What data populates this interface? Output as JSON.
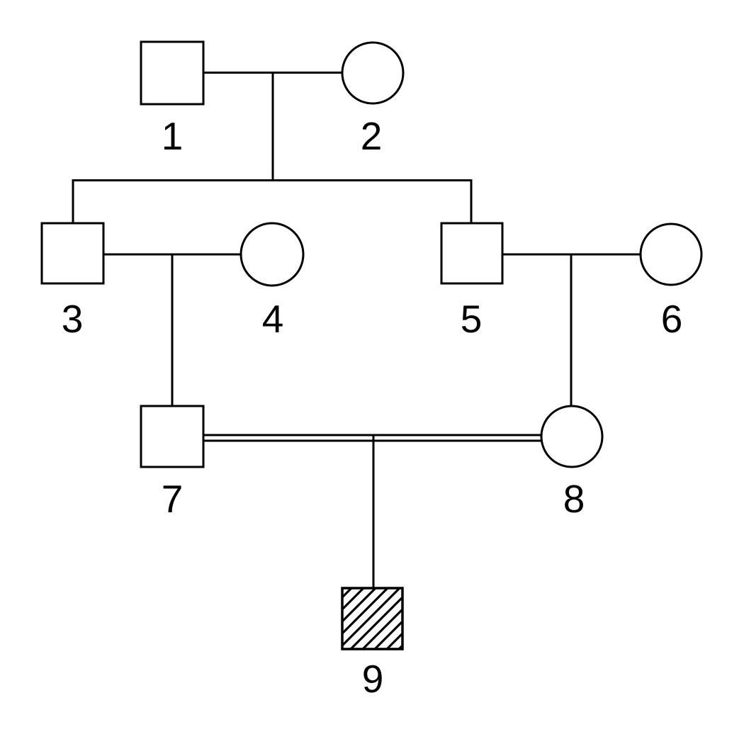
{
  "diagram": {
    "type": "pedigree-chart",
    "background_color": "#ffffff",
    "stroke_color": "#000000",
    "individuals": [
      {
        "id": "1",
        "label": "1",
        "sex": "male",
        "symbol": "square",
        "affected": false,
        "generation": 1
      },
      {
        "id": "2",
        "label": "2",
        "sex": "female",
        "symbol": "circle",
        "affected": false,
        "generation": 1
      },
      {
        "id": "3",
        "label": "3",
        "sex": "male",
        "symbol": "square",
        "affected": false,
        "generation": 2
      },
      {
        "id": "4",
        "label": "4",
        "sex": "female",
        "symbol": "circle",
        "affected": false,
        "generation": 2
      },
      {
        "id": "5",
        "label": "5",
        "sex": "male",
        "symbol": "square",
        "affected": false,
        "generation": 2
      },
      {
        "id": "6",
        "label": "6",
        "sex": "female",
        "symbol": "circle",
        "affected": false,
        "generation": 2
      },
      {
        "id": "7",
        "label": "7",
        "sex": "male",
        "symbol": "square",
        "affected": false,
        "generation": 3
      },
      {
        "id": "8",
        "label": "8",
        "sex": "female",
        "symbol": "circle",
        "affected": false,
        "generation": 3
      },
      {
        "id": "9",
        "label": "9",
        "sex": "male",
        "symbol": "square-hatched",
        "affected": true,
        "generation": 4
      }
    ],
    "unions": [
      {
        "partners": [
          "1",
          "2"
        ],
        "consanguineous": false,
        "children": [
          "3",
          "5"
        ]
      },
      {
        "partners": [
          "3",
          "4"
        ],
        "consanguineous": false,
        "children": [
          "7"
        ]
      },
      {
        "partners": [
          "5",
          "6"
        ],
        "consanguineous": false,
        "children": [
          "8"
        ]
      },
      {
        "partners": [
          "7",
          "8"
        ],
        "consanguineous": true,
        "children": [
          "9"
        ]
      }
    ]
  }
}
